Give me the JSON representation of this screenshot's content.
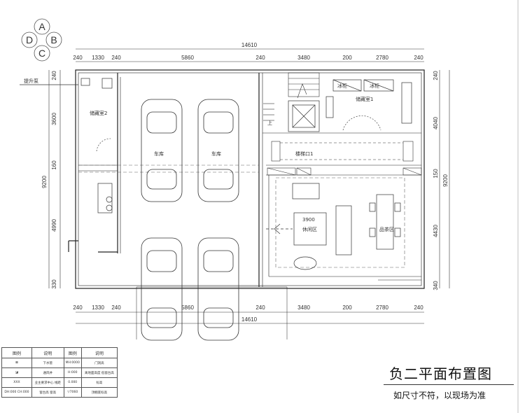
{
  "logo": {
    "letters": [
      "A",
      "B",
      "C",
      "D"
    ]
  },
  "dims": {
    "total_width": "14610",
    "top_row": [
      "240",
      "1330",
      "240",
      "5860",
      "240",
      "3480",
      "200",
      "2780",
      "240"
    ],
    "bottom_row": [
      "240",
      "1330",
      "240",
      "5860",
      "240",
      "3480",
      "200",
      "2780",
      "240"
    ],
    "left_col": [
      "240",
      "3600",
      "160",
      "4990",
      "330"
    ],
    "left_total": "9200",
    "right_col": [
      "240",
      "4040",
      "150",
      "4430",
      "340"
    ],
    "right_total": "9200"
  },
  "labels": {
    "pump": "提升泵",
    "storage2": "储藏室2",
    "garage1": "车库",
    "garage2": "车库",
    "storage1": "储藏室1",
    "stair": "楼梯口1",
    "up": "上",
    "fridge1": "冰柜",
    "fridge2": "冰柜",
    "leisure": "休闲区",
    "tea": "品茶区",
    "leisure_dim": "3900"
  },
  "legend": {
    "headers": [
      "图例",
      "说明",
      "图例",
      "说明"
    ],
    "rows": [
      [
        "⊠",
        "下水管",
        "MH:0000",
        "门洞高"
      ],
      [
        "◪",
        "通风井",
        "H:000",
        "离地面高度\n低窗台高"
      ],
      [
        "XXX",
        "业主要求中心 线距",
        "0.000",
        "标高"
      ],
      [
        "DH:000\nCH:000",
        "窗台高\n窗高",
        "▽7060",
        "顶棚底标高"
      ]
    ]
  },
  "title": "负二平面布置图",
  "subtitle": "如尺寸不符，以现场为准"
}
